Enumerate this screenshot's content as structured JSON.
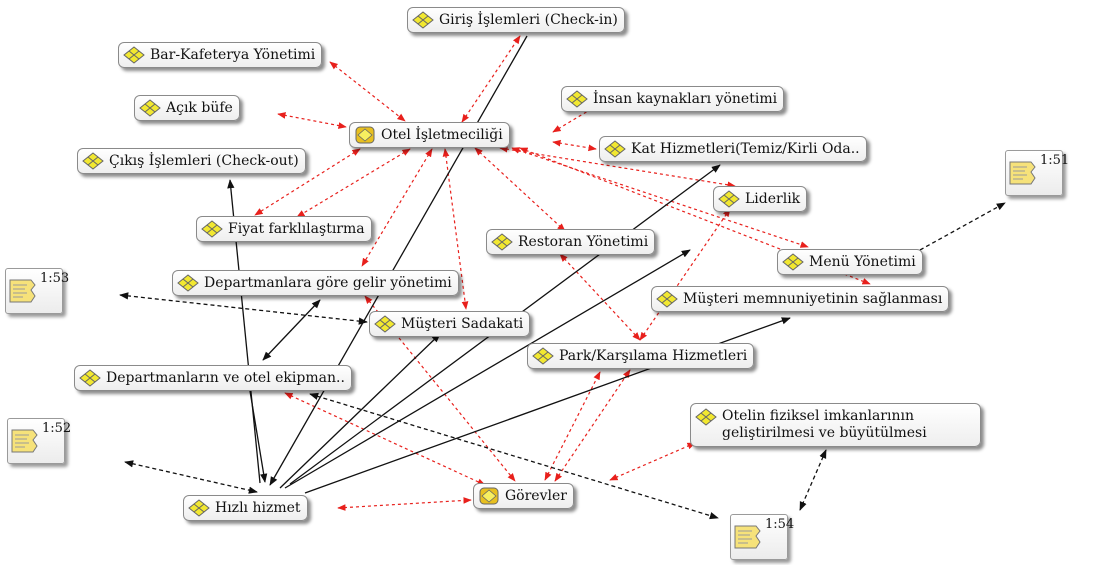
{
  "nodes": [
    {
      "id": "giris",
      "label": "Giriş İşlemleri (Check-in)",
      "icon": "code-node-icon"
    },
    {
      "id": "bar",
      "label": "Bar-Kafeterya Yönetimi",
      "icon": "code-node-icon"
    },
    {
      "id": "acik",
      "label": "Açık büfe",
      "icon": "code-node-icon"
    },
    {
      "id": "otel",
      "label": "Otel İşletmeciliği",
      "icon": "code-family-icon"
    },
    {
      "id": "insan",
      "label": "İnsan kaynakları yönetimi",
      "icon": "code-node-icon"
    },
    {
      "id": "kat",
      "label": "Kat Hizmetleri(Temiz/Kirli Oda..",
      "icon": "code-node-icon"
    },
    {
      "id": "cikis",
      "label": "Çıkış İşlemleri (Check-out)",
      "icon": "code-node-icon"
    },
    {
      "id": "liderlik",
      "label": "Liderlik",
      "icon": "code-node-icon"
    },
    {
      "id": "fiyat",
      "label": "Fiyat farklılaştırma",
      "icon": "code-node-icon"
    },
    {
      "id": "restoran",
      "label": "Restoran Yönetimi",
      "icon": "code-node-icon"
    },
    {
      "id": "menu",
      "label": "Menü Yönetimi",
      "icon": "code-node-icon"
    },
    {
      "id": "departgelir",
      "label": "Departmanlara göre gelir yönetimi",
      "icon": "code-node-icon"
    },
    {
      "id": "memnun",
      "label": "Müşteri memnuniyetinin sağlanması",
      "icon": "code-node-icon"
    },
    {
      "id": "sadakat",
      "label": "Müşteri Sadakati",
      "icon": "code-node-icon"
    },
    {
      "id": "park",
      "label": "Park/Karşılama Hizmetleri",
      "icon": "code-node-icon"
    },
    {
      "id": "departekip",
      "label": "Departmanların ve otel ekipman..",
      "icon": "code-node-icon"
    },
    {
      "id": "fiziksel",
      "label": "Otelin fiziksel imkanlarının geliştirilmesi ve büyütülmesi",
      "icon": "code-node-icon"
    },
    {
      "id": "hizli",
      "label": "Hızlı hizmet",
      "icon": "code-node-icon"
    },
    {
      "id": "gorevler",
      "label": "Görevler",
      "icon": "code-family-icon"
    }
  ],
  "memos": [
    {
      "id": "m151",
      "label": "1:51",
      "icon": "memo-icon"
    },
    {
      "id": "m153",
      "label": "1:53",
      "icon": "memo-icon"
    },
    {
      "id": "m152",
      "label": "1:52",
      "icon": "memo-icon"
    },
    {
      "id": "m154",
      "label": "1:54",
      "icon": "memo-icon"
    }
  ],
  "colors": {
    "red_link": "#e8201c",
    "black_link": "#111111",
    "node_icon": "#f2e830",
    "family_icon": "#e8c020"
  }
}
